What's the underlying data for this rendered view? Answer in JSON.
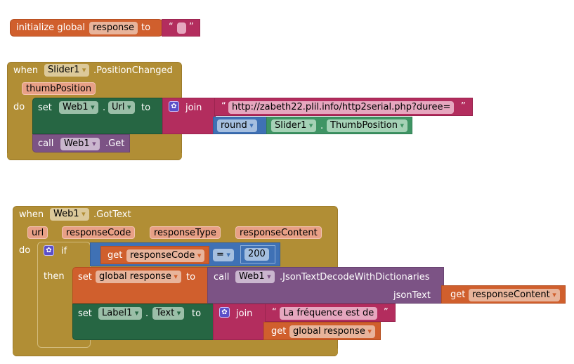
{
  "colors": {
    "event": "#b18e35",
    "variable": "#d05f2d",
    "text": "#b32d5e",
    "component_set": "#266643",
    "component_call": "#7c5385",
    "math": "#3f71b5",
    "component_get": "#3f9464",
    "mutator": "#5b4fc8"
  },
  "init_block": {
    "keyword": "initialize global",
    "name": "response",
    "to": "to",
    "open_quote": "“",
    "close_quote": "”",
    "value": ""
  },
  "slider_event": {
    "when": "when",
    "component": "Slider1",
    "event": ".PositionChanged",
    "param": "thumbPosition",
    "do": "do",
    "set_block": {
      "set": "set",
      "component": "Web1",
      "dot": ".",
      "property": "Url",
      "to": "to"
    },
    "join_block": {
      "label": "join",
      "mutator_icon": "gear-icon",
      "text_open": "“",
      "text_value": "http://zabeth22.plil.info/http2serial.php?duree=",
      "text_close": "”",
      "round_op": "round",
      "getter_component": "Slider1",
      "getter_dot": ".",
      "getter_property": "ThumbPosition"
    },
    "call_block": {
      "call": "call",
      "component": "Web1",
      "method": ".Get"
    }
  },
  "web_event": {
    "when": "when",
    "component": "Web1",
    "event": ".GotText",
    "params": [
      "url",
      "responseCode",
      "responseType",
      "responseContent"
    ],
    "do": "do",
    "if_block": {
      "if": "if",
      "then": "then",
      "mutator_icon": "gear-icon",
      "compare": {
        "get": "get",
        "variable": "responseCode",
        "operator": "=",
        "number": "200"
      }
    },
    "set_global": {
      "set": "set",
      "variable": "global response",
      "to": "to",
      "call": "call",
      "component": "Web1",
      "method": ".JsonTextDecodeWithDictionaries",
      "arg_label": "jsonText",
      "arg_get": "get",
      "arg_variable": "responseContent"
    },
    "set_label": {
      "set": "set",
      "component": "Label1",
      "dot": ".",
      "property": "Text",
      "to": "to",
      "join": "join",
      "text_open": "“",
      "text_value": "La fréquence est de ",
      "text_close": "”",
      "get": "get",
      "variable": "global response"
    }
  }
}
